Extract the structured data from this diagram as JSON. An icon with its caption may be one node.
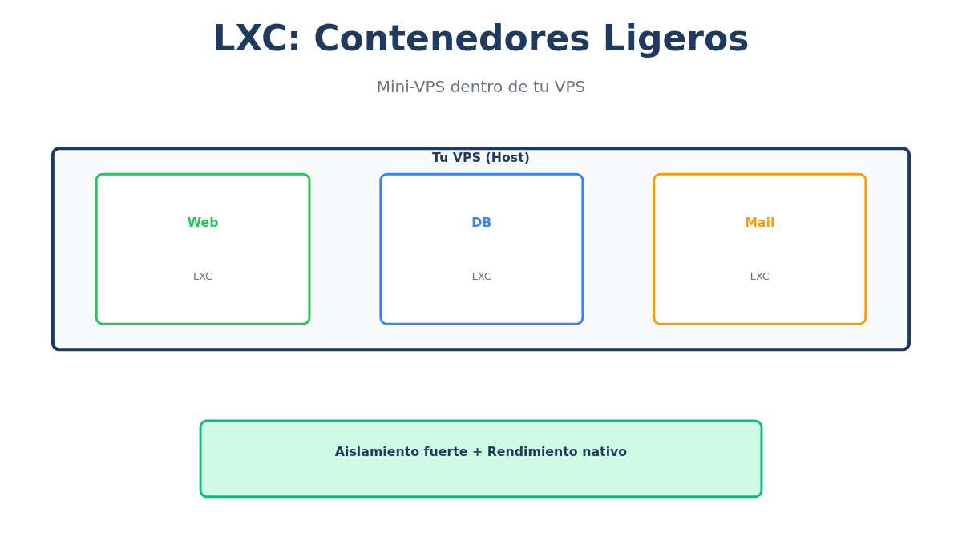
{
  "diagram": {
    "title": "LXC: Contenedores Ligeros",
    "nodes": [
      {
        "text": [
          "Tu VPS (Host)"
        ]
      },
      {
        "text": [
          "Web",
          "LXC"
        ],
        "in": 0
      },
      {
        "text": [
          "DB",
          "LXC"
        ],
        "in": 0
      },
      {
        "text": [
          "Mail",
          "LXC"
        ],
        "in": 0
      },
      {
        "text": [
          "Aislamiento fuerte + Rendimiento nativo"
        ]
      }
    ],
    "labels": [
      "Mini-VPS dentro de tu VPS"
    ]
  }
}
